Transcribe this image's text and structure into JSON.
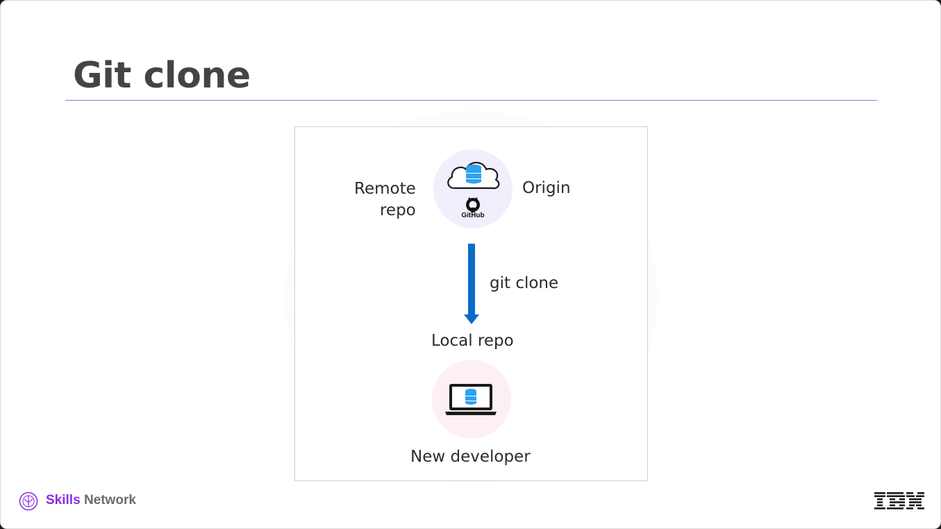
{
  "slide": {
    "title": "Git clone"
  },
  "diagram": {
    "remote_label_line1": "Remote",
    "remote_label_line2": "repo",
    "origin_label": "Origin",
    "github_label": "GitHub",
    "arrow_label": "git clone",
    "local_label": "Local repo",
    "developer_label": "New developer",
    "icons": [
      "cloud-database-icon",
      "github-icon",
      "down-arrow-icon",
      "laptop-database-icon"
    ],
    "colors": {
      "arrow": "#0a6bc9",
      "database": "#2ea3f2",
      "rule": "#8c80d6"
    }
  },
  "footer": {
    "brand_skills": "Skills",
    "brand_network": "Network",
    "ibm_logo": "IBM"
  }
}
